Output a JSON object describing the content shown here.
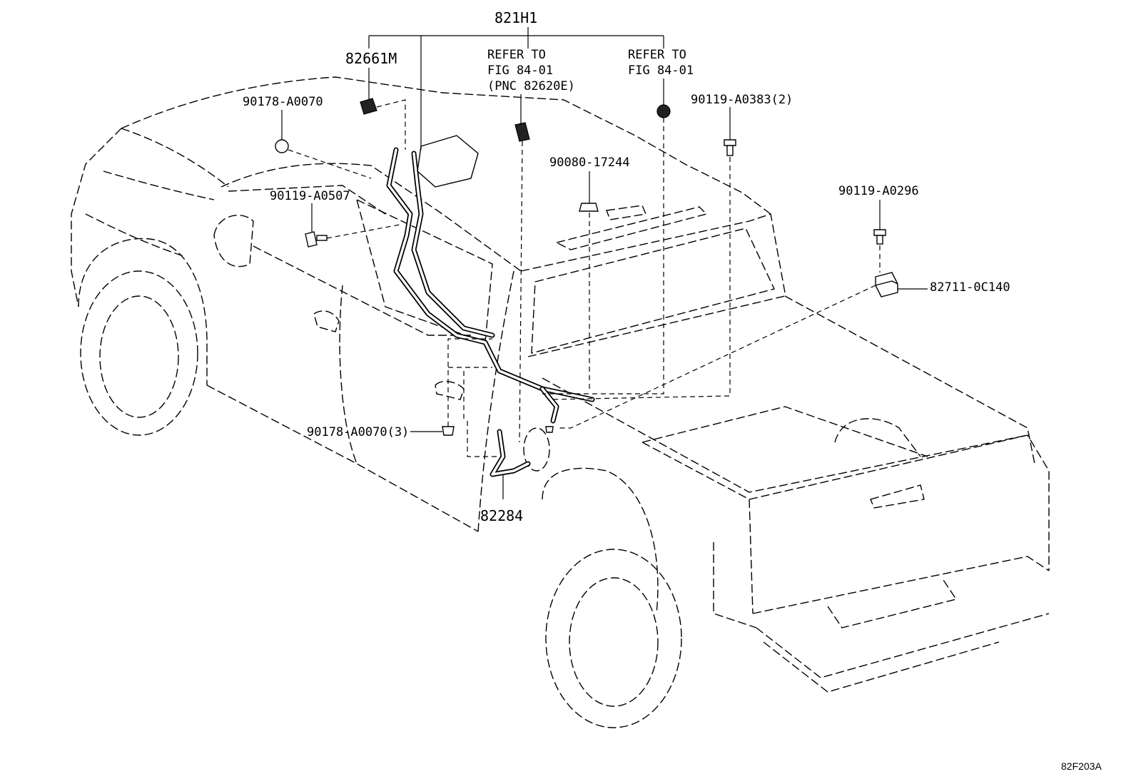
{
  "labels": {
    "p821h1": "821H1",
    "p82661m": "82661M",
    "refer1_l1": "REFER TO",
    "refer1_l2": "FIG 84-01",
    "refer1_l3": "(PNC 82620E)",
    "refer2_l1": "REFER TO",
    "refer2_l2": "FIG 84-01",
    "p90178a0070": "90178-A0070",
    "p90119a0383": "90119-A0383(2)",
    "p90080_17244": "90080-17244",
    "p90119a0507": "90119-A0507",
    "p90119a0296": "90119-A0296",
    "p82711_0c140": "82711-0C140",
    "p90178a0070_3": "90178-A0070(3)",
    "p82284": "82284"
  },
  "figure_code": "82F203A"
}
